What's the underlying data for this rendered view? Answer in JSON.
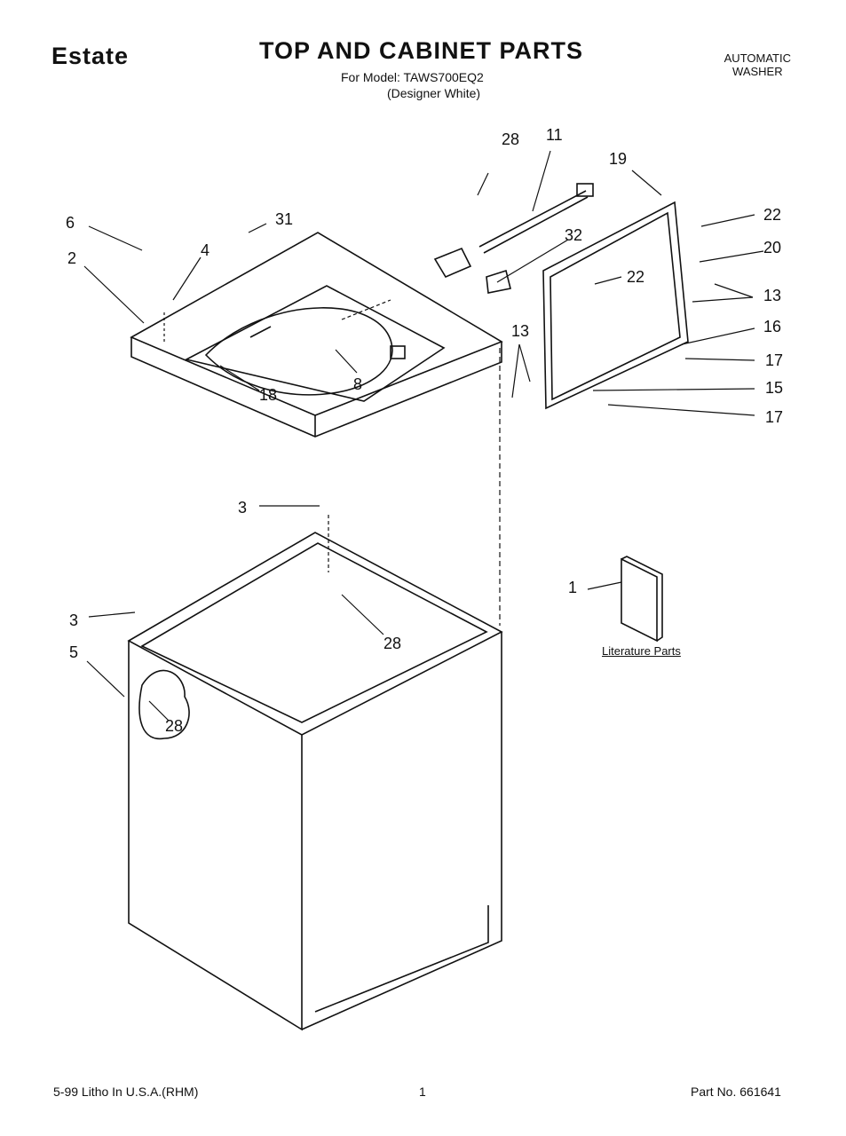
{
  "header": {
    "brand": "Estate",
    "title": "TOP AND CABINET PARTS",
    "model_line": "For Model: TAWS700EQ2",
    "variant_line": "(Designer White)",
    "product_line1": "AUTOMATIC",
    "product_line2": "WASHER"
  },
  "callouts": {
    "c28a": "28",
    "c11": "11",
    "c19": "19",
    "c22a": "22",
    "c6": "6",
    "c31": "31",
    "c32": "32",
    "c2": "2",
    "c4": "4",
    "c20": "20",
    "c22b": "22",
    "c13a": "13",
    "c16": "16",
    "c13b": "13",
    "c17a": "17",
    "c18": "18",
    "c8": "8",
    "c15": "15",
    "c17b": "17",
    "c3a": "3",
    "c1": "1",
    "c28b": "28",
    "c3b": "3",
    "c5": "5",
    "c28c": "28"
  },
  "literature_label": "Literature Parts",
  "footer": {
    "litho": "5-99 Litho In U.S.A.(RHM)",
    "page": "1",
    "part_no": "Part No. 661641"
  }
}
